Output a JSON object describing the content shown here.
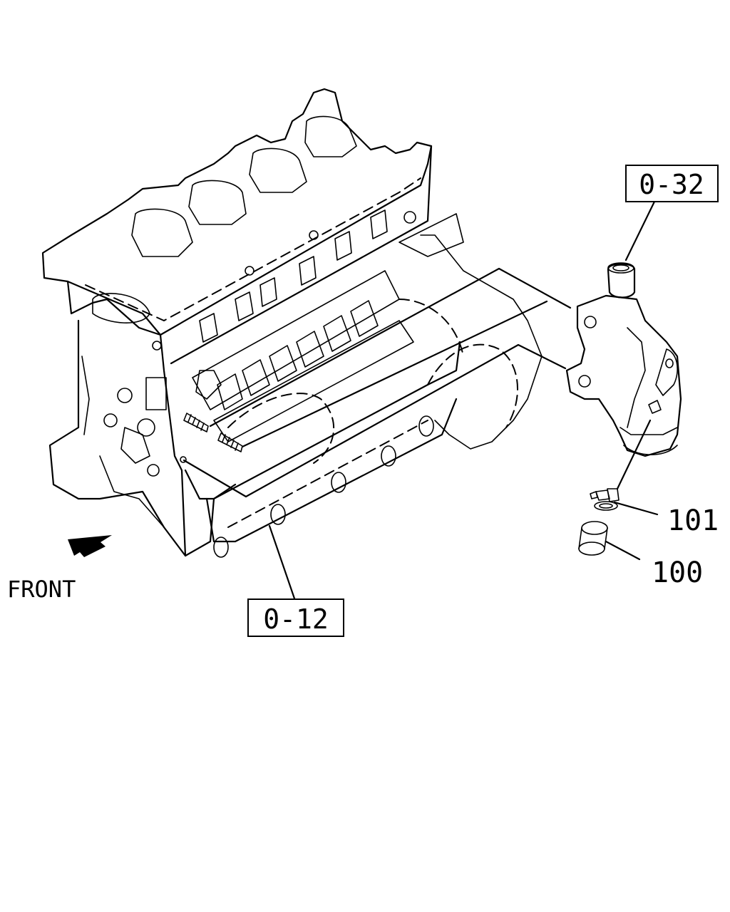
{
  "callouts": {
    "ref_0_32": "0-32",
    "ref_0_12": "0-12",
    "part_101": "101",
    "part_100": "100"
  },
  "labels": {
    "front": "FRONT"
  }
}
